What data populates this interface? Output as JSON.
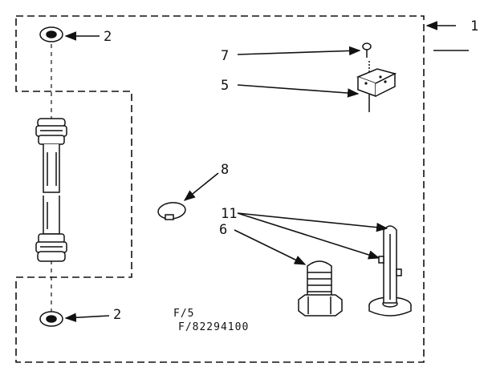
{
  "diagram": {
    "callouts": {
      "c1": "1",
      "c2_top": "2",
      "c2_bottom": "2",
      "c5": "5",
      "c6": "6",
      "c7": "7",
      "c8": "8",
      "c11": "11"
    },
    "part_number_line1": "F/5",
    "part_number_line2": "F/82294100"
  }
}
